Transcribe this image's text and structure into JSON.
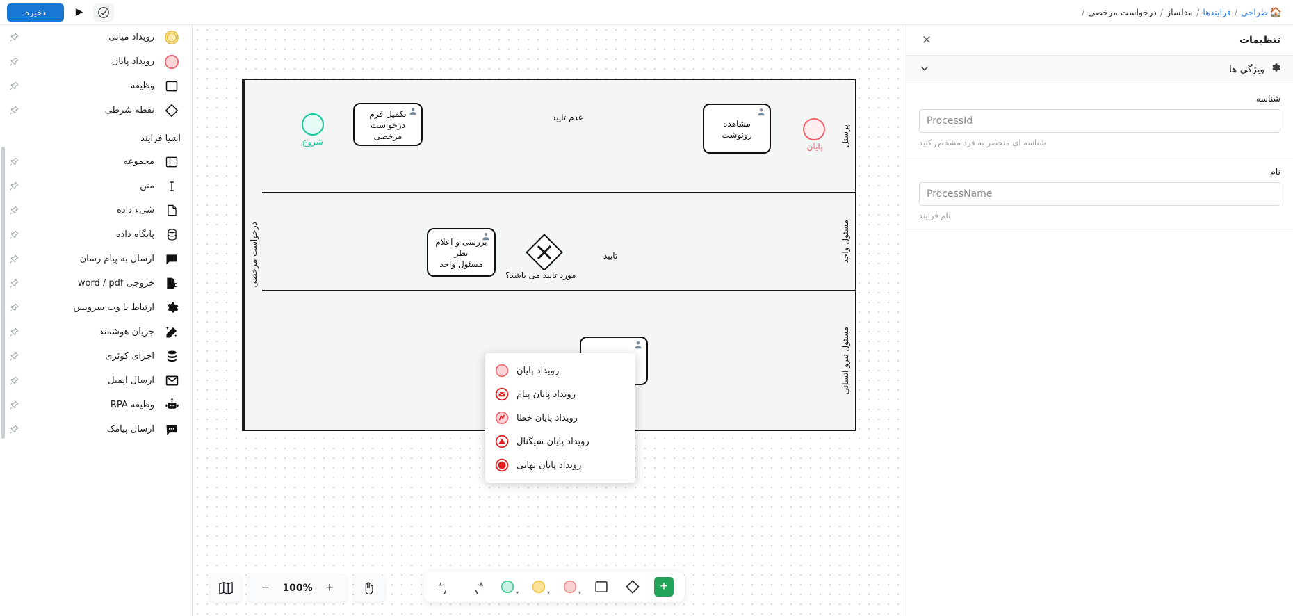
{
  "topbar": {
    "save_label": "ذخیره",
    "run_icon": "play-icon",
    "validate_icon": "check-circle-icon",
    "breadcrumb": {
      "home_icon": "home-icon",
      "items": [
        {
          "label": "طراحی",
          "link": true
        },
        {
          "label": "فرایندها",
          "link": true
        },
        {
          "label": "مدلساز",
          "link": false
        },
        {
          "label": "درخواست مرخصی",
          "link": false
        }
      ],
      "separator": "/"
    }
  },
  "palette": {
    "events_visible": [
      {
        "label": "رویداد میانی",
        "icon": "intermediate-event-icon",
        "pin": "pin-icon"
      },
      {
        "label": "رویداد پایان",
        "icon": "end-event-icon",
        "pin": "pin-icon"
      },
      {
        "label": "وظیفه",
        "icon": "task-icon",
        "pin": "pin-icon"
      },
      {
        "label": "نقطه شرطی",
        "icon": "gateway-icon",
        "pin": "pin-icon"
      }
    ],
    "section_title": "اشیا فرایند",
    "objects": [
      {
        "label": "مجموعه",
        "icon": "group-icon",
        "pin": "pin-icon"
      },
      {
        "label": "متن",
        "icon": "text-icon",
        "pin": "pin-icon"
      },
      {
        "label": "شی‌ء داده",
        "icon": "data-object-icon",
        "pin": "pin-icon"
      },
      {
        "label": "پایگاه داده",
        "icon": "database-icon",
        "pin": "pin-icon"
      },
      {
        "label": "ارسال به پیام رسان",
        "icon": "chat-icon",
        "pin": "pin-icon"
      },
      {
        "label": "خروجی word / pdf",
        "icon": "file-export-icon",
        "pin": "pin-icon"
      },
      {
        "label": "ارتباط با وب سرویس",
        "icon": "gear-icon",
        "pin": "pin-icon"
      },
      {
        "label": "جریان هوشمند",
        "icon": "magic-wand-icon",
        "pin": "pin-icon"
      },
      {
        "label": "اجرای کوئری",
        "icon": "query-db-icon",
        "pin": "pin-icon"
      },
      {
        "label": "ارسال ایمیل",
        "icon": "envelope-icon",
        "pin": "pin-icon"
      },
      {
        "label": "وظیفه RPA",
        "icon": "robot-icon",
        "pin": "pin-icon"
      },
      {
        "label": "ارسال پیامک",
        "icon": "sms-icon",
        "pin": "pin-icon"
      }
    ]
  },
  "diagram": {
    "pool_title": "درخواست مرخصی",
    "lanes": [
      {
        "title": "پرسنل"
      },
      {
        "title": "مسئول واحد"
      },
      {
        "title": "مسئول نیرو انسانی"
      }
    ],
    "nodes": {
      "start_label": "شروع",
      "task_form": "تکمیل فرم\nدرخواست\nمرخصی",
      "task_review": "بررسی و اعلام نظر\nمسئول واحد",
      "task_copy": "مشاهده رونوشت",
      "end_label": "پایان"
    },
    "flow_labels": {
      "reject": "عدم تایید",
      "approve": "تایید",
      "gateway_question": "مورد تایید می باشد؟"
    }
  },
  "event_menu": {
    "items": [
      {
        "label": "رویداد پایان",
        "icon": "end-event-icon"
      },
      {
        "label": "رویداد پایان پیام",
        "icon": "end-message-icon"
      },
      {
        "label": "رویداد پایان خطا",
        "icon": "end-error-icon"
      },
      {
        "label": "رویداد پایان سیگنال",
        "icon": "end-signal-icon"
      },
      {
        "label": "رویداد پایان نهایی",
        "icon": "end-terminate-icon"
      }
    ]
  },
  "zoom_bar": {
    "map_icon": "map-icon",
    "zoom_out_label": "−",
    "zoom_value": "100%",
    "zoom_in_label": "+",
    "hand_icon": "hand-icon"
  },
  "shape_bar": {
    "undo_icon": "undo-icon",
    "redo_icon": "redo-icon",
    "shapes": [
      {
        "icon": "start-event-circle-icon",
        "color": "#3ecf8e"
      },
      {
        "icon": "intermediate-event-circle-icon",
        "color": "#f3c64b"
      },
      {
        "icon": "end-event-circle-icon",
        "color": "#f28b8b"
      },
      {
        "icon": "task-square-icon",
        "color": "#2b2b2b"
      },
      {
        "icon": "gateway-diamond-icon",
        "color": "#2b2b2b"
      }
    ],
    "add_label": "+"
  },
  "settings": {
    "title": "تنظیمات",
    "close_icon": "close-icon",
    "properties_section": {
      "gear_icon": "gear-icon",
      "title": "ویژگی ها",
      "caret_icon": "chevron-down-icon"
    },
    "fields": [
      {
        "label": "شناسه",
        "value": "",
        "placeholder": "ProcessId",
        "hint": "شناسه ای منحصر به فرد مشخص کنید"
      },
      {
        "label": "نام",
        "value": "",
        "placeholder": "ProcessName",
        "hint": "نام فرایند"
      }
    ]
  },
  "colors": {
    "accent": "#1976d2",
    "link": "#2f7fe0",
    "start_event": "#16c79a",
    "end_event": "#f1626b",
    "add_button": "#22a35a"
  }
}
